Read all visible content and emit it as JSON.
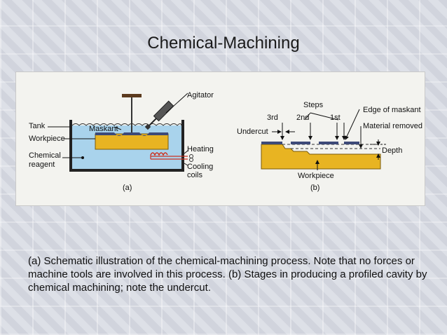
{
  "slide": {
    "title": "Chemical-Machining",
    "caption_lines": [
      "(a)  Schematic illustration of the chemical-machining process.  Note that no forces or",
      "machine tools are involved in this process.  (b)  Stages in producing a profiled cavity by",
      "chemical machining; note the undercut."
    ]
  },
  "figure_a": {
    "labels": {
      "agitator": "Agitator",
      "tank": "Tank",
      "maskant": "Maskant",
      "workpiece": "Workpiece",
      "chemical": "Chemical",
      "reagent": "reagent",
      "heating": "Heating",
      "cooling": "Cooling",
      "coils": "coils",
      "panel": "(a)"
    }
  },
  "figure_b": {
    "labels": {
      "steps": "Steps",
      "step3": "3rd",
      "step2": "2nd",
      "step1": "1st",
      "edge": "Edge of maskant",
      "material": "Material removed",
      "undercut": "Undercut",
      "depth": "Depth",
      "workpiece": "Workpiece",
      "panel": "(b)"
    }
  },
  "colors": {
    "reagent": "#a9d3ec",
    "workpiece": "#e8b422",
    "maskant": "#3d4a78",
    "coil": "#cc3322",
    "figure_bg": "#f3f3ef"
  }
}
